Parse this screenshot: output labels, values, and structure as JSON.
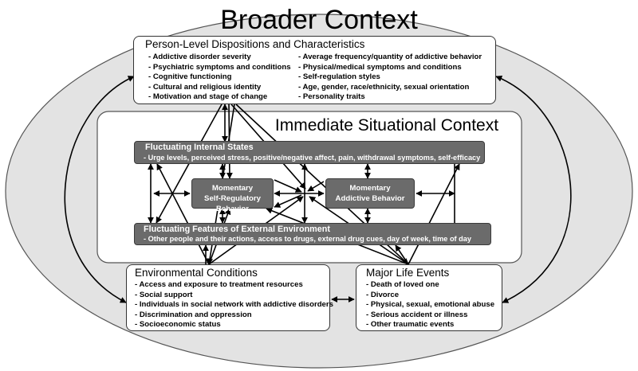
{
  "broader_context": {
    "title": "Broader Context"
  },
  "person_level": {
    "title": "Person-Level Dispositions and Characteristics",
    "left_items": [
      "- Addictive disorder severity",
      "- Psychiatric symptoms and conditions",
      "- Cognitive functioning",
      "- Cultural and religious identity",
      "- Motivation and stage of change"
    ],
    "right_items": [
      "- Average frequency/quantity of addictive behavior",
      "- Physical/medical symptoms and conditions",
      "- Self-regulation styles",
      "- Age, gender, race/ethnicity, sexual orientation",
      "- Personality traits"
    ]
  },
  "immediate_context": {
    "title": "Immediate Situational Context"
  },
  "internal_states": {
    "title": "Fluctuating Internal States",
    "subtitle": "- Urge levels, perceived stress, positive/negative affect, pain, withdrawal symptoms, self-efficacy"
  },
  "self_regulatory": {
    "line1": "Momentary",
    "line2": "Self-Regulatory Behavior"
  },
  "addictive_behavior": {
    "line1": "Momentary",
    "line2": "Addictive Behavior"
  },
  "external_env": {
    "title": "Fluctuating Features of External Environment",
    "subtitle": "- Other people and their actions,  access to drugs, external drug cues, day of week, time of day"
  },
  "environmental_conditions": {
    "title": "Environmental Conditions",
    "items": [
      "- Access and exposure to treatment resources",
      "- Social support",
      "- Individuals in social network with addictive disorders",
      "- Discrimination and oppression",
      "- Socioeconomic status"
    ]
  },
  "major_life_events": {
    "title": "Major Life Events",
    "items": [
      "- Death of loved one",
      "- Divorce",
      "- Physical, sexual, emotional abuse",
      "- Serious accident or illness",
      "- Other traumatic events"
    ]
  },
  "colors": {
    "ellipse_fill": "#e3e3e3",
    "dark_box": "#6b6b6b",
    "line": "#000000"
  }
}
